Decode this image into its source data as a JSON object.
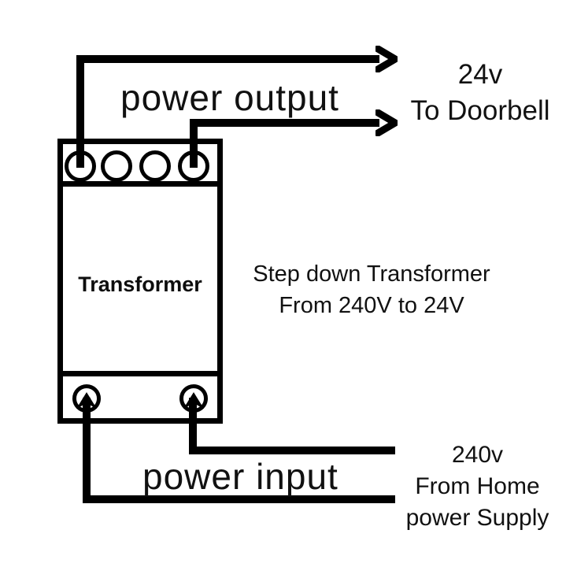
{
  "diagram": {
    "transformer_label": "Transformer",
    "output_label": "power output",
    "input_label": "power input",
    "output_note": {
      "line1": "24v",
      "line2": "To Doorbell"
    },
    "description": {
      "line1": "Step down Transformer",
      "line2": "From 240V to 24V"
    },
    "input_note": {
      "line1": "240v",
      "line2": "From Home",
      "line3": "power Supply"
    },
    "colors": {
      "line": "#000000",
      "text": "#111111",
      "background": "#ffffff"
    }
  }
}
